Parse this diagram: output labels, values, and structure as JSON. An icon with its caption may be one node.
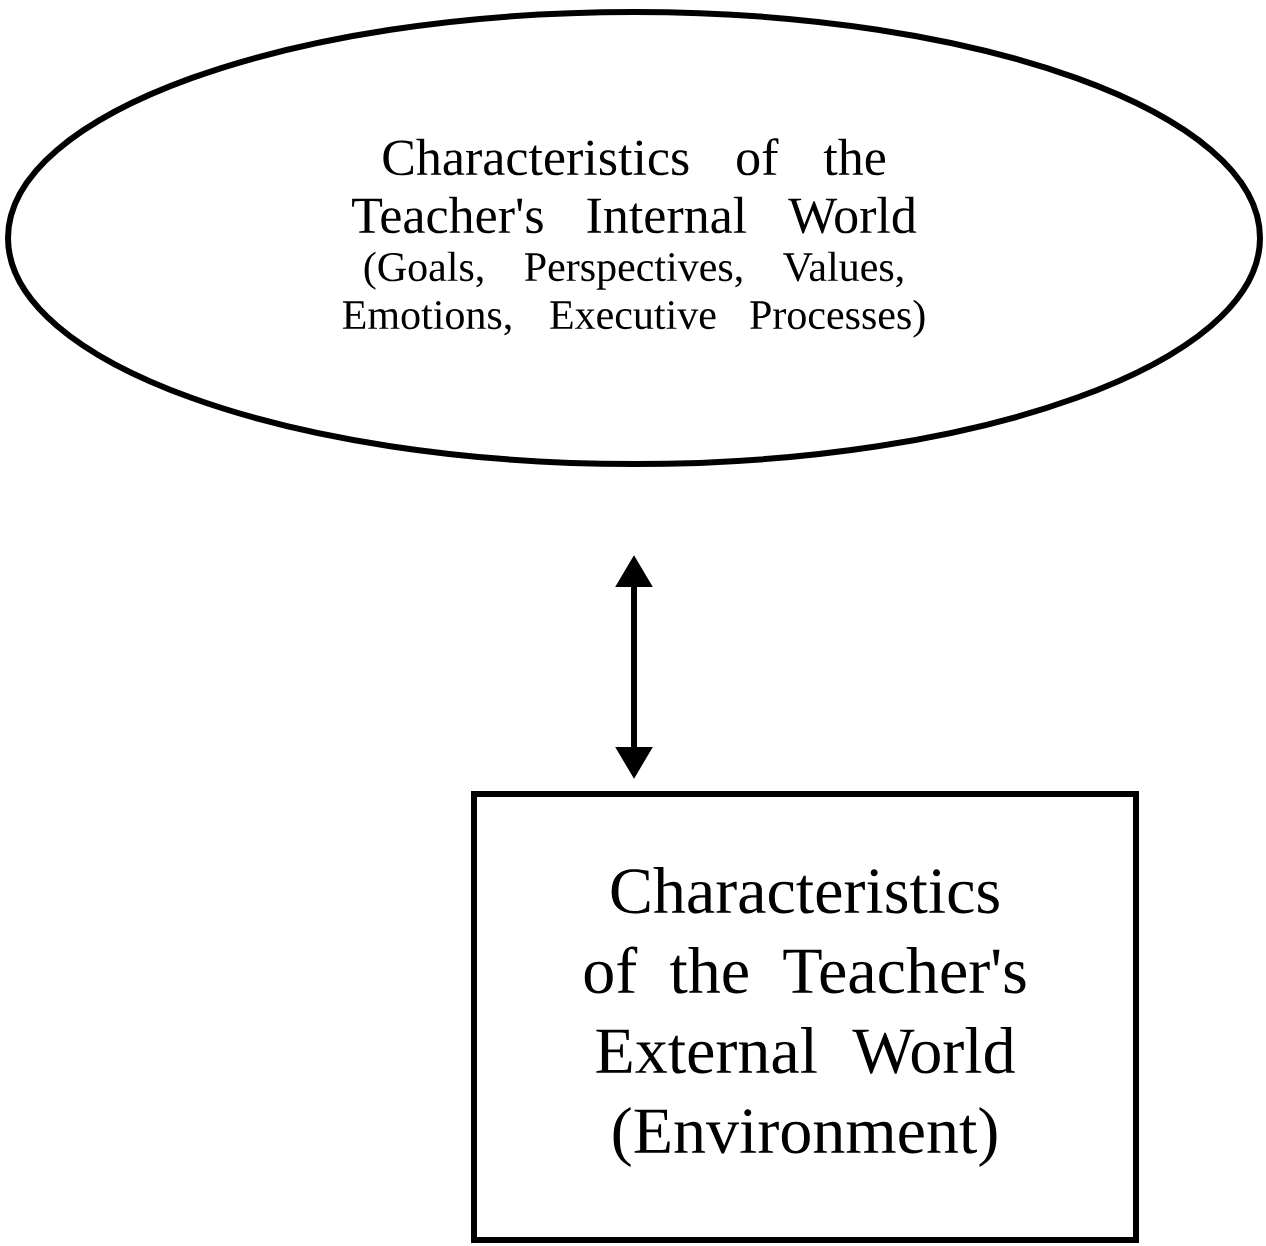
{
  "diagram": {
    "nodes": [
      {
        "text": [
          "Characteristics of the Teacher's Internal World",
          "(Goals, Perspectives, Values, Emotions, Executive Processes)"
        ]
      },
      {
        "text": [
          "Characteristics of the Teacher's External World (Environment)"
        ]
      }
    ],
    "edges": [
      {
        "from": 0,
        "to": 1,
        "arrow": "both"
      }
    ]
  }
}
